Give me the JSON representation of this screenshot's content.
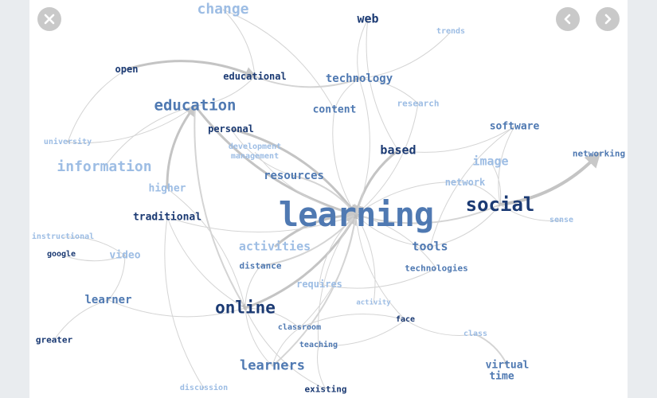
{
  "controls": {
    "close": "close-icon",
    "prev": "chevron-left-icon",
    "next": "chevron-right-icon"
  },
  "colors": {
    "dark": "#1b3a73",
    "mid": "#4f79b2",
    "light": "#9dbde4",
    "edge": "#c8c8c8"
  },
  "words": [
    {
      "id": "learning",
      "text": "learning",
      "size": 42,
      "tone": "mid"
    },
    {
      "id": "social",
      "text": "social",
      "size": 24,
      "tone": "dark"
    },
    {
      "id": "online",
      "text": "online",
      "size": 21,
      "tone": "dark"
    },
    {
      "id": "education",
      "text": "education",
      "size": 19,
      "tone": "mid"
    },
    {
      "id": "information",
      "text": "information",
      "size": 18,
      "tone": "light"
    },
    {
      "id": "change",
      "text": "change",
      "size": 18,
      "tone": "light"
    },
    {
      "id": "learners",
      "text": "learners",
      "size": 17,
      "tone": "mid"
    },
    {
      "id": "tools",
      "text": "tools",
      "size": 15,
      "tone": "mid"
    },
    {
      "id": "image",
      "text": "image",
      "size": 15,
      "tone": "light"
    },
    {
      "id": "resources",
      "text": "resources",
      "size": 14,
      "tone": "mid"
    },
    {
      "id": "activities",
      "text": "activities",
      "size": 15,
      "tone": "light"
    },
    {
      "id": "based",
      "text": "based",
      "size": 15,
      "tone": "dark"
    },
    {
      "id": "technology",
      "text": "technology",
      "size": 14,
      "tone": "mid"
    },
    {
      "id": "learner",
      "text": "learner",
      "size": 14,
      "tone": "mid"
    },
    {
      "id": "web",
      "text": "web",
      "size": 15,
      "tone": "dark"
    },
    {
      "id": "virtual",
      "text": "virtual",
      "size": 13,
      "tone": "mid"
    },
    {
      "id": "time",
      "text": "time",
      "size": 13,
      "tone": "mid"
    },
    {
      "id": "traditional",
      "text": "traditional",
      "size": 13,
      "tone": "dark"
    },
    {
      "id": "software",
      "text": "software",
      "size": 13,
      "tone": "mid"
    },
    {
      "id": "higher",
      "text": "higher",
      "size": 13,
      "tone": "light"
    },
    {
      "id": "content",
      "text": "content",
      "size": 13,
      "tone": "mid"
    },
    {
      "id": "educational",
      "text": "educational",
      "size": 12,
      "tone": "dark"
    },
    {
      "id": "open",
      "text": "open",
      "size": 12,
      "tone": "dark"
    },
    {
      "id": "personal",
      "text": "personal",
      "size": 12,
      "tone": "dark"
    },
    {
      "id": "requires",
      "text": "requires",
      "size": 12,
      "tone": "light"
    },
    {
      "id": "video",
      "text": "video",
      "size": 13,
      "tone": "light"
    },
    {
      "id": "network",
      "text": "network",
      "size": 12,
      "tone": "light"
    },
    {
      "id": "technologies",
      "text": "technologies",
      "size": 11,
      "tone": "mid"
    },
    {
      "id": "research",
      "text": "research",
      "size": 11,
      "tone": "light"
    },
    {
      "id": "networking",
      "text": "networking",
      "size": 11,
      "tone": "mid"
    },
    {
      "id": "distance",
      "text": "distance",
      "size": 11,
      "tone": "mid"
    },
    {
      "id": "classroom",
      "text": "classroom",
      "size": 10,
      "tone": "mid"
    },
    {
      "id": "teaching",
      "text": "teaching",
      "size": 10,
      "tone": "mid"
    },
    {
      "id": "greater",
      "text": "greater",
      "size": 11,
      "tone": "dark"
    },
    {
      "id": "face",
      "text": "face",
      "size": 10,
      "tone": "dark"
    },
    {
      "id": "existing",
      "text": "existing",
      "size": 11,
      "tone": "dark"
    },
    {
      "id": "discussion",
      "text": "discussion",
      "size": 10,
      "tone": "light"
    },
    {
      "id": "class",
      "text": "class",
      "size": 10,
      "tone": "light"
    },
    {
      "id": "activity",
      "text": "activity",
      "size": 9,
      "tone": "light"
    },
    {
      "id": "google",
      "text": "google",
      "size": 10,
      "tone": "dark"
    },
    {
      "id": "instructional",
      "text": "instructional",
      "size": 10,
      "tone": "light"
    },
    {
      "id": "university",
      "text": "university",
      "size": 10,
      "tone": "light"
    },
    {
      "id": "development",
      "text": "development",
      "size": 10,
      "tone": "light"
    },
    {
      "id": "management",
      "text": "management",
      "size": 10,
      "tone": "light"
    },
    {
      "id": "trends",
      "text": "trends",
      "size": 10,
      "tone": "light"
    },
    {
      "id": "sense",
      "text": "sense",
      "size": 10,
      "tone": "light"
    }
  ]
}
